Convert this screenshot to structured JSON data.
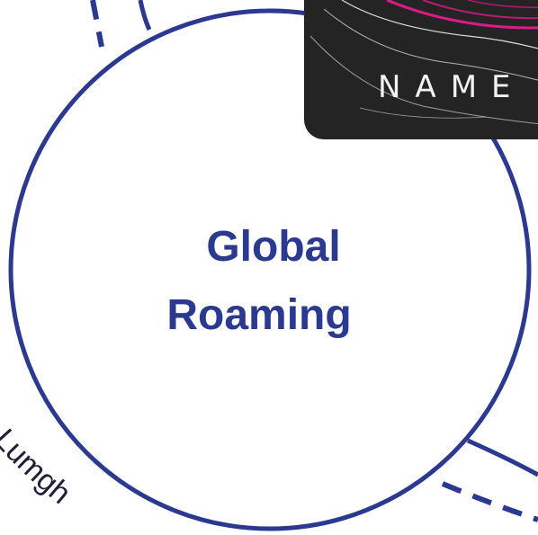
{
  "diagram": {
    "node_label_line1": "Global",
    "node_label_line2": "Roaming",
    "card_label": "NAME",
    "curved_text": "Lumgh",
    "colors": {
      "primary_blue": "#2b3990",
      "card_background": "#242424",
      "card_streak_pink": "#e0198b",
      "card_streak_white": "#f2f2f2"
    }
  }
}
